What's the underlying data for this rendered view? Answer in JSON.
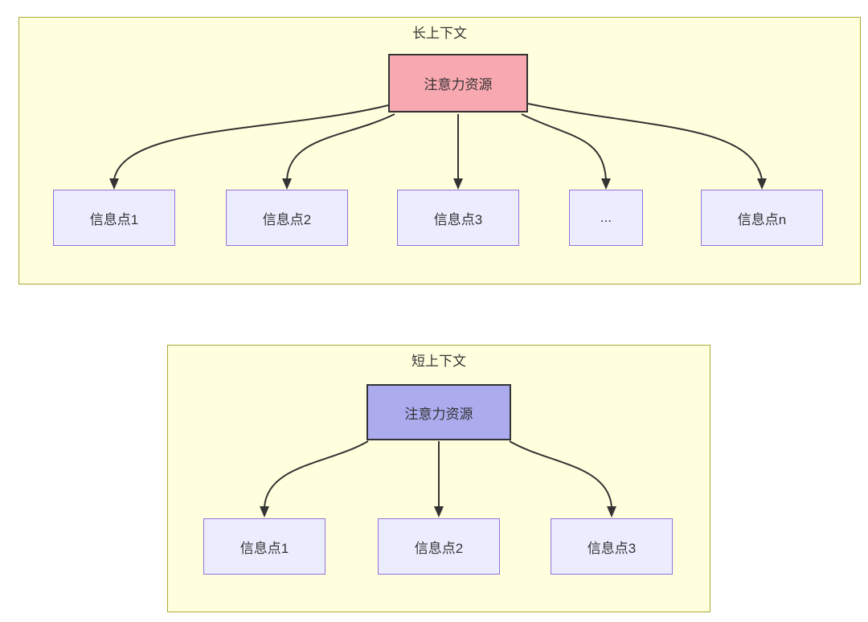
{
  "colors": {
    "cluster_bg": "#ffffde",
    "cluster_border": "#aaaa33",
    "node_bg": "#ececff",
    "node_border": "#9370db",
    "attention_long_bg": "#f8a8b0",
    "attention_short_bg": "#ababee",
    "attention_border": "#333333",
    "edge": "#333333",
    "text": "#333333"
  },
  "long_context": {
    "title": "长上下文",
    "attention_label": "注意力资源",
    "info_points": [
      {
        "label": "信息点1"
      },
      {
        "label": "信息点2"
      },
      {
        "label": "信息点3"
      },
      {
        "label": "..."
      },
      {
        "label": "信息点n"
      }
    ]
  },
  "short_context": {
    "title": "短上下文",
    "attention_label": "注意力资源",
    "info_points": [
      {
        "label": "信息点1"
      },
      {
        "label": "信息点2"
      },
      {
        "label": "信息点3"
      }
    ]
  }
}
